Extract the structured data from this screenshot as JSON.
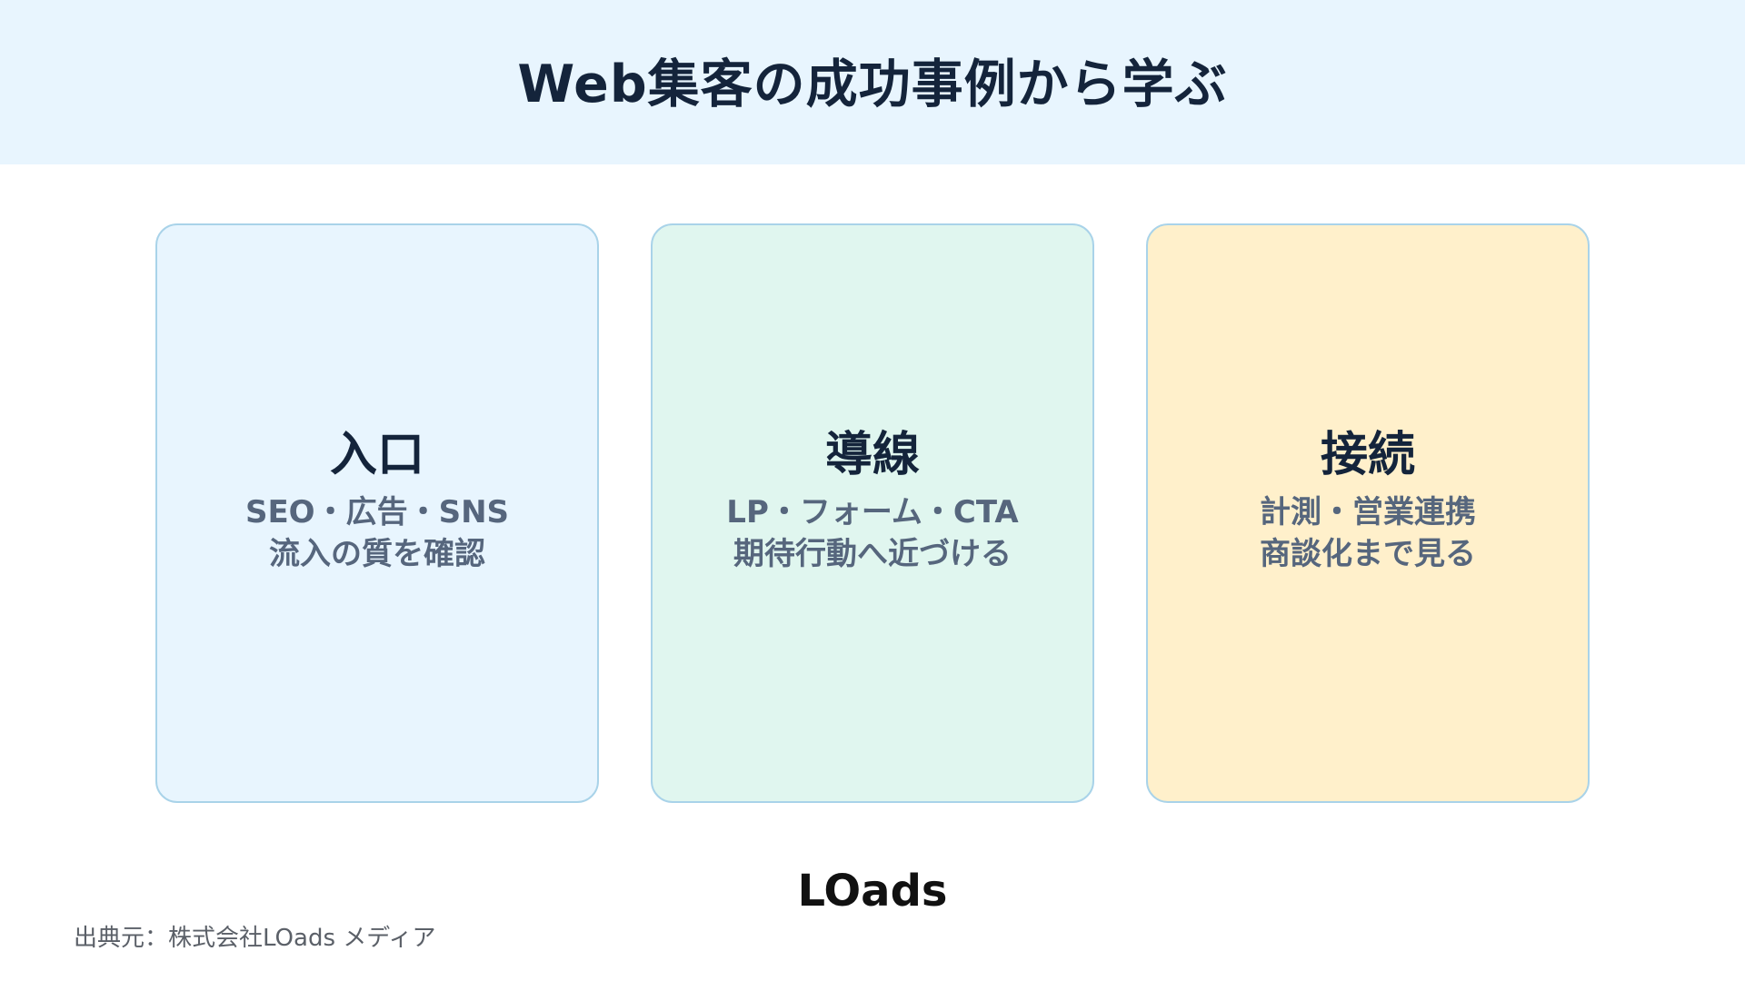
{
  "header": {
    "title": "Web集客の成功事例から学ぶ"
  },
  "cards": [
    {
      "title": "入口",
      "lines": [
        "SEO・広告・SNS",
        "流入の質を確認"
      ],
      "color": "#e8f5fe"
    },
    {
      "title": "導線",
      "lines": [
        "LP・フォーム・CTA",
        "期待行動へ近づける"
      ],
      "color": "#e0f6ef"
    },
    {
      "title": "接続",
      "lines": [
        "計測・営業連携",
        "商談化まで見る"
      ],
      "color": "#fff0cb"
    }
  ],
  "logo": {
    "text": "LOads"
  },
  "footer": {
    "source": "出典元：株式会社LOads メディア"
  },
  "colors": {
    "header_background": "#e8f5fe",
    "card_border": "#a9d3e9",
    "title_text": "#14243b",
    "body_text": "#56667d"
  }
}
